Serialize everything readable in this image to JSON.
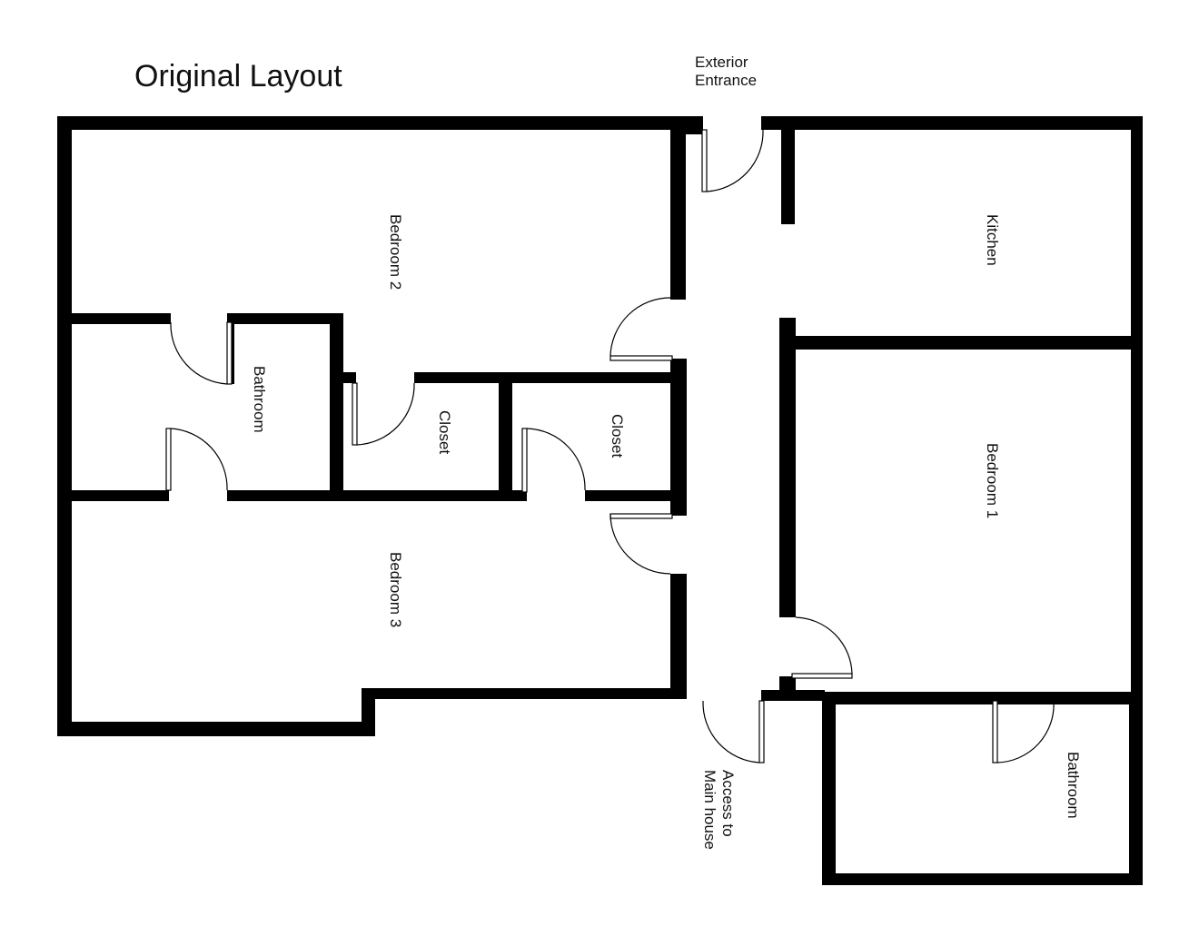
{
  "title": "Original Layout",
  "rooms": {
    "bedroom2": "Bedroom 2",
    "bedroom3": "Bedroom 3",
    "bedroom1": "Bedroom 1",
    "kitchen": "Kitchen",
    "bathroom_left": "Bathroom",
    "bathroom_right": "Bathroom",
    "closet_left": "Closet",
    "closet_right": "Closet"
  },
  "annotations": {
    "exterior_line1": "Exterior",
    "exterior_line2": "Entrance",
    "access_line1": "Access to",
    "access_line2": "Main house"
  },
  "colors": {
    "wall": "#000000",
    "background": "#ffffff"
  }
}
